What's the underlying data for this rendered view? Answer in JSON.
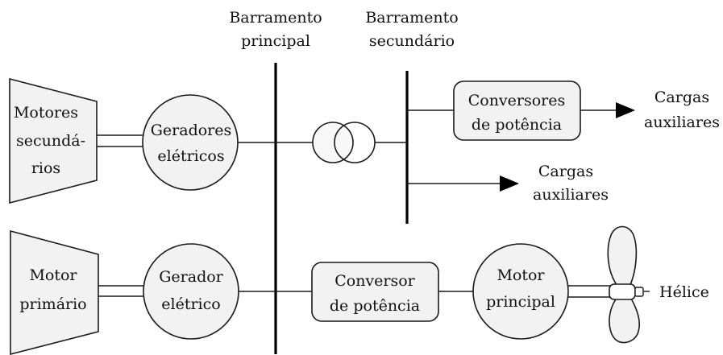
{
  "buses": {
    "main": [
      "Barramento",
      "principal"
    ],
    "secondary": [
      "Barramento",
      "secundário"
    ]
  },
  "blocks": {
    "secondary_engines": [
      "Motores",
      "secundá-",
      "rios"
    ],
    "electric_generators": [
      "Geradores",
      "elétricos"
    ],
    "power_converters": [
      "Conversores",
      "de potência"
    ],
    "primary_engine": [
      "Motor",
      "primário"
    ],
    "electric_generator": [
      "Gerador",
      "elétrico"
    ],
    "power_converter": [
      "Conversor",
      "de potência"
    ],
    "main_motor": [
      "Motor",
      "principal"
    ]
  },
  "loads": {
    "upper": [
      "Cargas",
      "auxiliares"
    ],
    "lower": [
      "Cargas",
      "auxiliares"
    ]
  },
  "propeller": {
    "label": "Hélice"
  }
}
